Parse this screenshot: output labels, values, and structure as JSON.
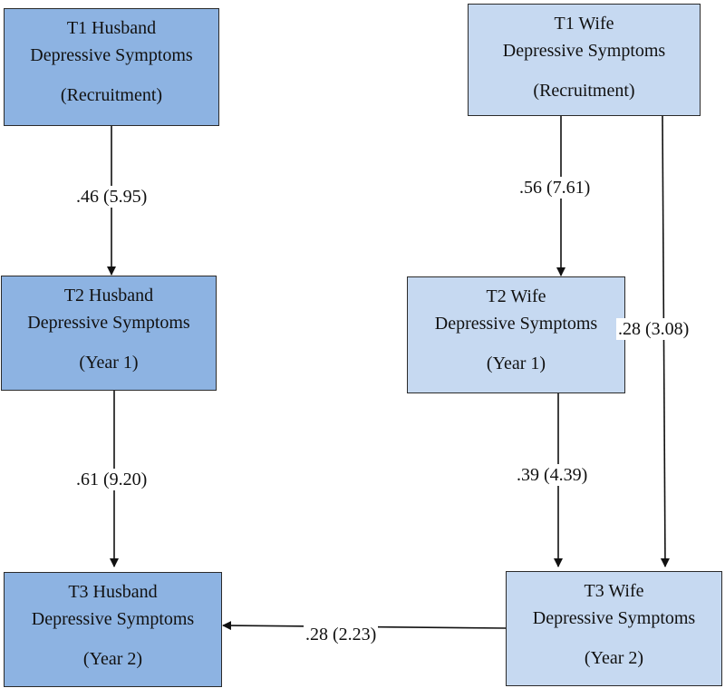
{
  "nodes": {
    "t1_husband": {
      "line1": "T1 Husband",
      "line2": "Depressive Symptoms",
      "line3": "(Recruitment)"
    },
    "t2_husband": {
      "line1": "T2 Husband",
      "line2": "Depressive Symptoms",
      "line3": "(Year 1)"
    },
    "t3_husband": {
      "line1": "T3 Husband",
      "line2": "Depressive Symptoms",
      "line3": "(Year 2)"
    },
    "t1_wife": {
      "line1": "T1 Wife",
      "line2": "Depressive Symptoms",
      "line3": "(Recruitment)"
    },
    "t2_wife": {
      "line1": "T2 Wife",
      "line2": "Depressive Symptoms",
      "line3": "(Year 1)"
    },
    "t3_wife": {
      "line1": "T3 Wife",
      "line2": "Depressive Symptoms",
      "line3": "(Year 2)"
    }
  },
  "edges": {
    "t1h_t2h": ".46 (5.95)",
    "t2h_t3h": ".61 (9.20)",
    "t1w_t2w": ".56 (7.61)",
    "t2w_t3w": ".39 (4.39)",
    "t1w_t3w": ".28 (3.08)",
    "t3w_t3h": ".28 (2.23)"
  },
  "colors": {
    "husband_fill": "#8db3e2",
    "wife_fill": "#c6d9f1",
    "stroke": "#111111"
  }
}
